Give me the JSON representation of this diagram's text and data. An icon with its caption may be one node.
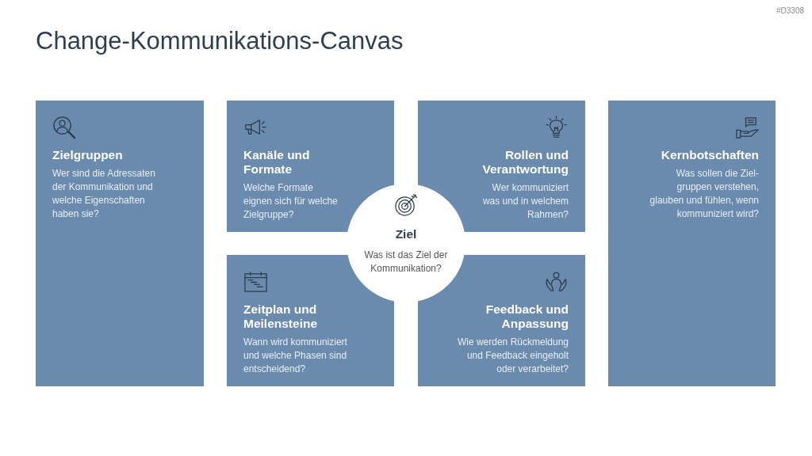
{
  "diagram": {
    "title": "Change-Kommunikations-Canvas",
    "nodes": [
      {
        "text": [
          "Zielgruppen",
          "Wer sind die Adressaten der Kommunikation und welche Eigenschaften haben sie?"
        ]
      },
      {
        "text": [
          "Kanäle und Formate",
          "Welche Formate eignen sich für welche Zielgruppe?"
        ]
      },
      {
        "text": [
          "Rollen und Verantwortung",
          "Wer kommuniziert was und in welchem Rahmen?"
        ]
      },
      {
        "text": [
          "Kernbotschaften",
          "Was sollen die Ziel-gruppen verstehen, glauben und fühlen, wenn kommuniziert wird?"
        ]
      },
      {
        "text": [
          "Ziel",
          "Was ist das Ziel der Kommunikation?"
        ]
      },
      {
        "text": [
          "Zeitplan und Meilensteine",
          "Wann wird kommuniziert und welche Phasen sind entscheidend?"
        ]
      },
      {
        "text": [
          "Feedback und Anpassung",
          "Wie werden Rückmeldung und Feedback eingeholt oder verarbeitet?"
        ]
      }
    ],
    "labels": [
      "#D3308"
    ]
  }
}
